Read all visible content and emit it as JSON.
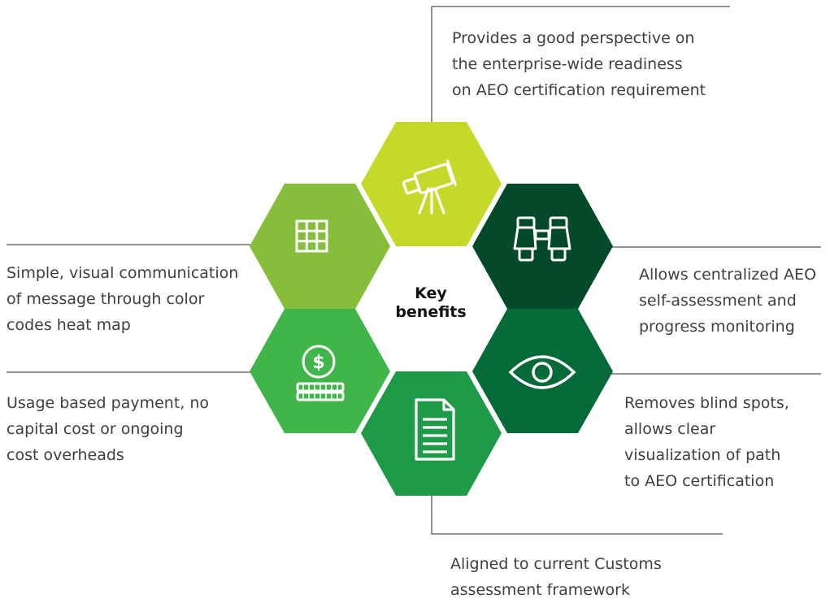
{
  "center": {
    "line1": "Key",
    "line2": "benefits"
  },
  "benefits": {
    "top": [
      "Provides a good perspective on",
      "the enterprise-wide readiness",
      "on AEO certification requirement"
    ],
    "upper_right": [
      "Allows centralized AEO",
      "self-assessment and",
      "progress monitoring"
    ],
    "lower_right": [
      "Removes blind spots,",
      "allows clear",
      "visualization of path",
      "to AEO certification"
    ],
    "bottom": [
      "Aligned to current Customs",
      "assessment framework"
    ],
    "lower_left": [
      "Usage based payment, no",
      "capital cost or ongoing",
      "cost overheads"
    ],
    "upper_left": [
      "Simple, visual communication",
      "of message through color",
      "codes heat map"
    ]
  },
  "hexagons": [
    {
      "name": "telescope",
      "color": "#c5d92a",
      "icon": "telescope-icon"
    },
    {
      "name": "binoculars",
      "color": "#044a2a",
      "icon": "binoculars-icon"
    },
    {
      "name": "eye",
      "color": "#046a38",
      "icon": "eye-icon"
    },
    {
      "name": "document",
      "color": "#1f9a48",
      "icon": "document-icon"
    },
    {
      "name": "coin",
      "color": "#3fb54a",
      "icon": "coin-icon"
    },
    {
      "name": "grid",
      "color": "#86bd3a",
      "icon": "grid-icon"
    }
  ]
}
